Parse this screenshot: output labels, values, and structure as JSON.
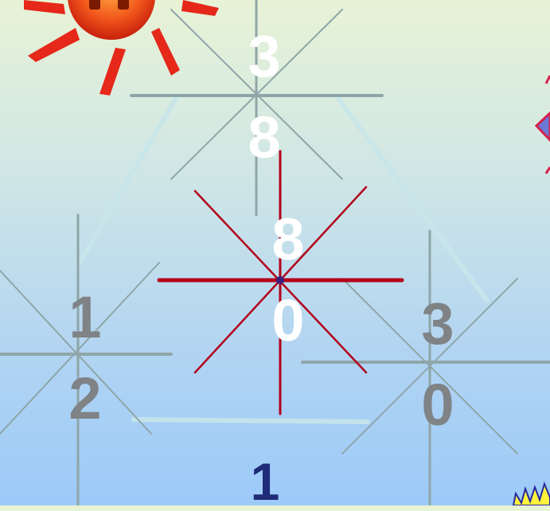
{
  "colors": {
    "star_grey": "#8fa6a8",
    "star_red": "#b3001b",
    "line_edge": "#c8e6ea",
    "digit_white": "#ffffff",
    "digit_grey": "#7f8386",
    "digit_navy": "#1f2a78",
    "sun_orange": "#f2581c"
  },
  "icons": [
    "sun-icon",
    "sparkle-star-icon",
    "diamond-icon",
    "spiky-burst-icon"
  ],
  "digits": {
    "top_star": [
      "3",
      "8"
    ],
    "center_star": [
      "8",
      "0"
    ],
    "left_star": [
      "1",
      "2"
    ],
    "right_star": [
      "3",
      "0"
    ],
    "bottom": "1"
  }
}
